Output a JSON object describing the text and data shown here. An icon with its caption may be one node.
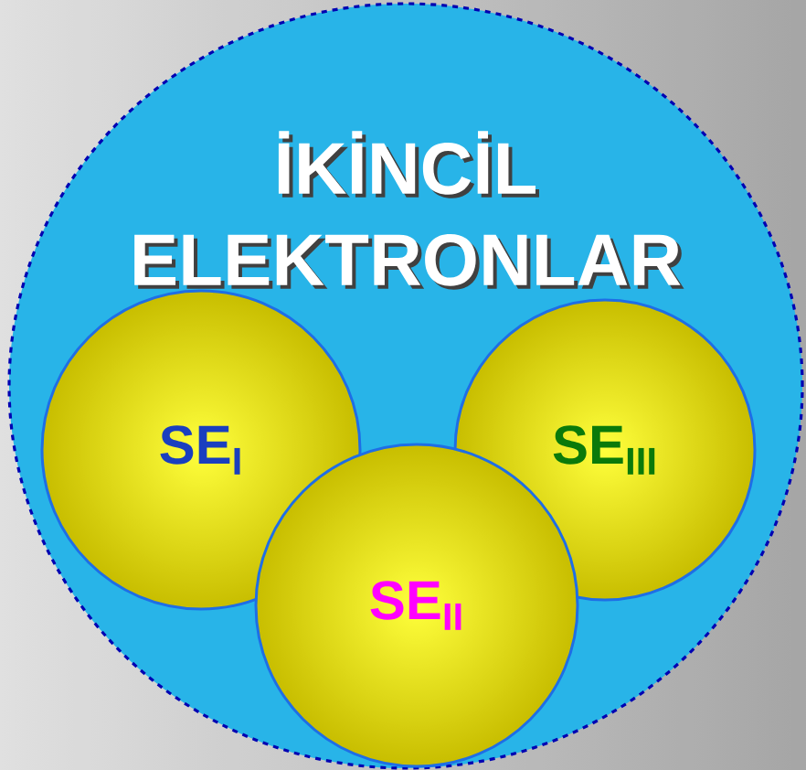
{
  "diagram": {
    "nodes": [
      {
        "text": [
          "İKİNCİL ELEKTRONLAR"
        ]
      },
      {
        "text": [
          "SE$_{I}$"
        ],
        "in": 0
      },
      {
        "text": [
          "SE$_{III}$"
        ],
        "in": 0
      },
      {
        "text": [
          "SE$_{II}$"
        ],
        "in": 0
      }
    ]
  }
}
